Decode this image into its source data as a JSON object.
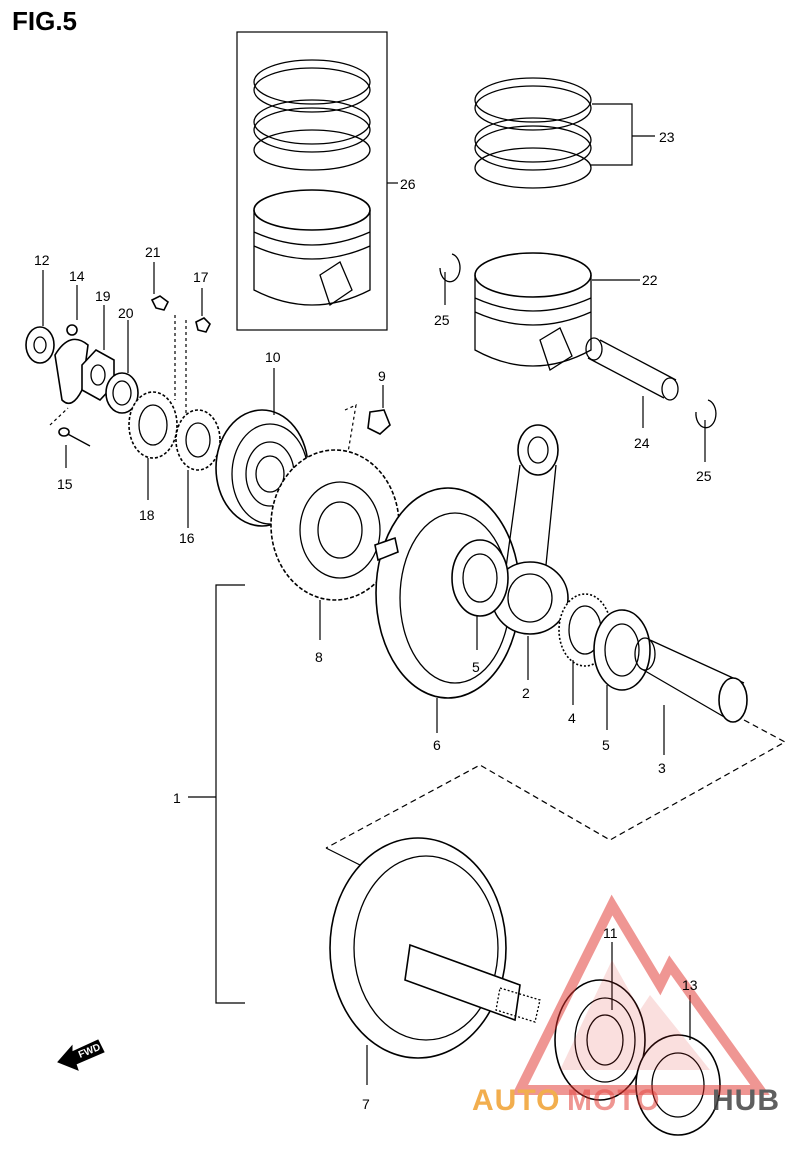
{
  "figure_title": "FIG.5",
  "fwd_label": "FWD",
  "callouts": {
    "c1": "1",
    "c2": "2",
    "c3": "3",
    "c4": "4",
    "c5a": "5",
    "c5b": "5",
    "c6": "6",
    "c7": "7",
    "c8": "8",
    "c9": "9",
    "c10": "10",
    "c11": "11",
    "c12": "12",
    "c13": "13",
    "c14": "14",
    "c15": "15",
    "c16": "16",
    "c17": "17",
    "c18": "18",
    "c19": "19",
    "c20": "20",
    "c21": "21",
    "c22": "22",
    "c23": "23",
    "c24": "24",
    "c25a": "25",
    "c25b": "25",
    "c26": "26"
  },
  "watermark": {
    "part1": "AUTO",
    "part2": "MOTO",
    "part3": "HUB"
  },
  "colors": {
    "line": "#000000",
    "watermark_red": "#e0312b",
    "watermark_orange": "#f0a030",
    "watermark_dark": "#444444"
  }
}
